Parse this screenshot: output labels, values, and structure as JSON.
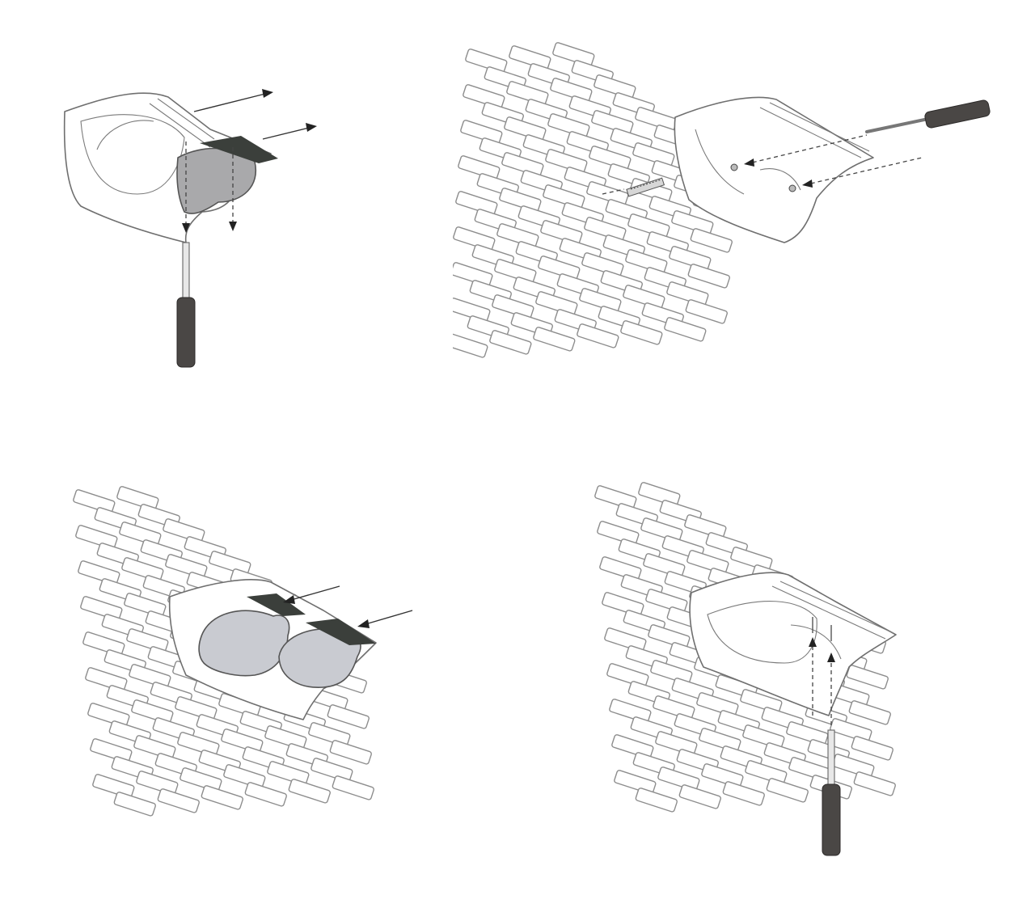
{
  "figure": {
    "steps": [
      {
        "id": 1,
        "objects": [
          "mount-bracket",
          "base-plate",
          "screwdriver"
        ]
      },
      {
        "id": 2,
        "objects": [
          "brick-wall",
          "mount-bracket",
          "wall-anchor",
          "screws",
          "drill"
        ]
      },
      {
        "id": 3,
        "objects": [
          "brick-wall",
          "mount-bracket",
          "base-plates"
        ]
      },
      {
        "id": 4,
        "objects": [
          "brick-wall",
          "mount-bracket",
          "screwdriver"
        ]
      }
    ],
    "colors": {
      "background": "#ffffff",
      "outline": "#6f6f6f",
      "plate_gray": "#a9a9ab",
      "plate_light": "#c9cbd1",
      "dark_rail": "#3b3f3b",
      "tool_handle": "#4a4745"
    }
  }
}
